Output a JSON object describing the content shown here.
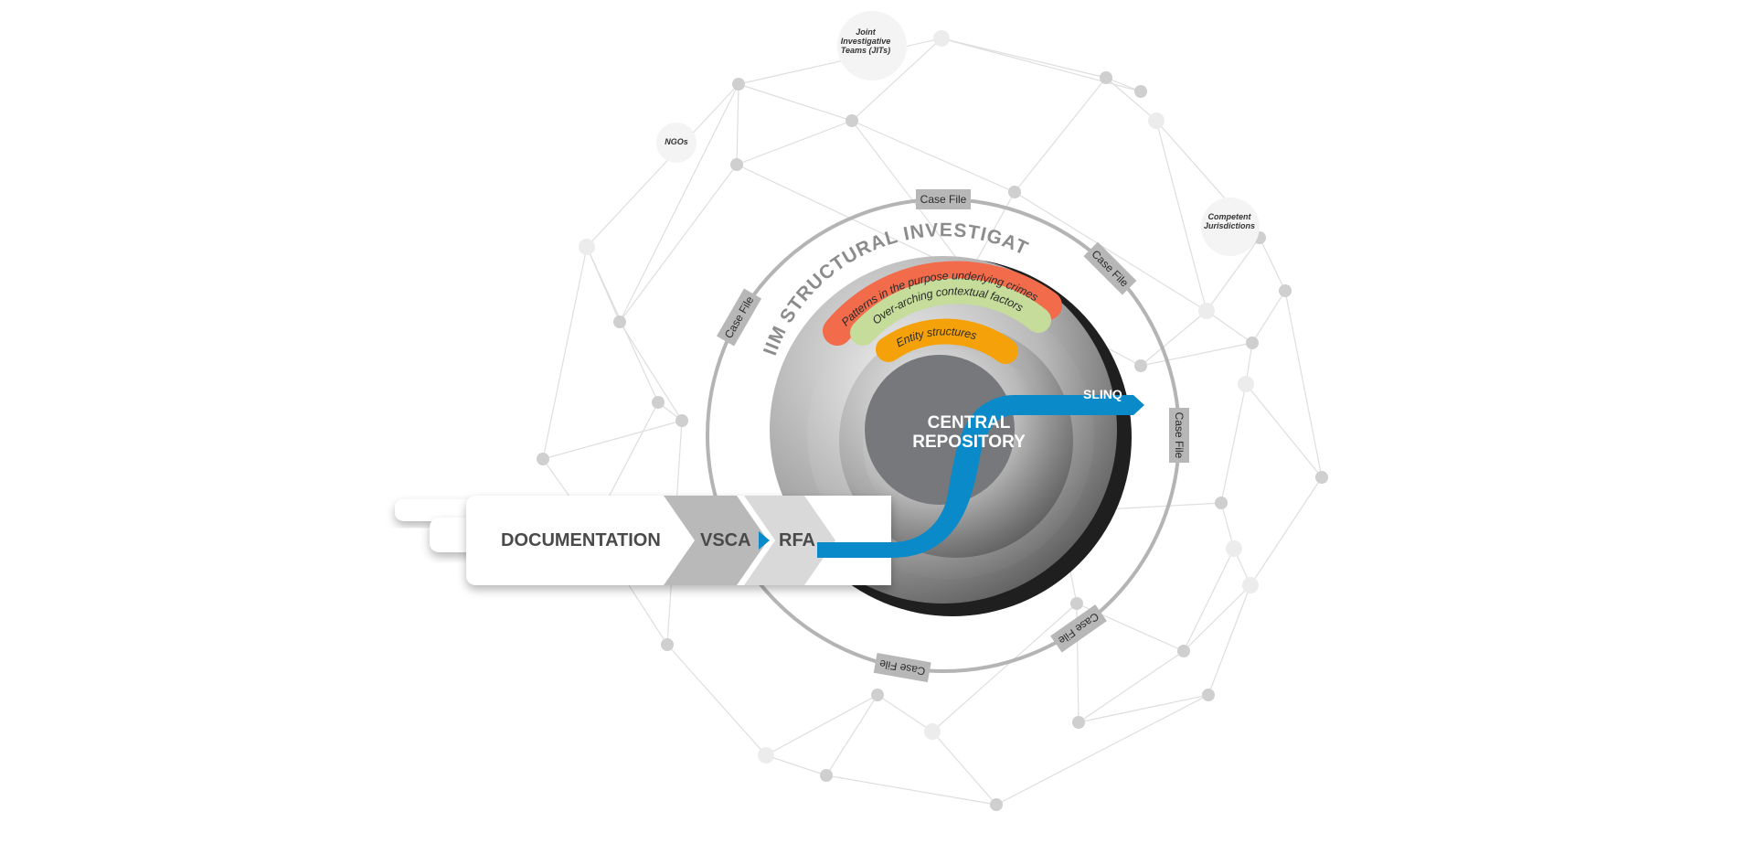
{
  "network_nodes": {
    "jits": "Joint Investigative Teams (JITs)",
    "ngos": "NGOs",
    "competent_jurisdictions": "Competent Jurisdictions"
  },
  "case_file_label": "Case File",
  "structural_title": "IIM STRUCTURAL INVESTIGATION",
  "arcs": {
    "patterns": "Patterns in the purpose underlying crimes",
    "contextual": "Over-arching contextual factors",
    "entity": "Entity structures"
  },
  "center": {
    "line1": "CENTRAL",
    "line2": "REPOSITORY"
  },
  "pipeline": {
    "documentation": "DOCUMENTATION",
    "vsca": "VSCA",
    "rfa": "RFA",
    "slinq": "SLINQ"
  },
  "colors": {
    "patterns_arc": "#f26b4a",
    "contextual_arc": "#c5dc9a",
    "entity_arc": "#f5a20a",
    "flow_blue": "#0a8ac9",
    "core_gray": "#77787b",
    "network_gray": "#cfcfcf",
    "tag_gray": "#b7b7b7"
  }
}
